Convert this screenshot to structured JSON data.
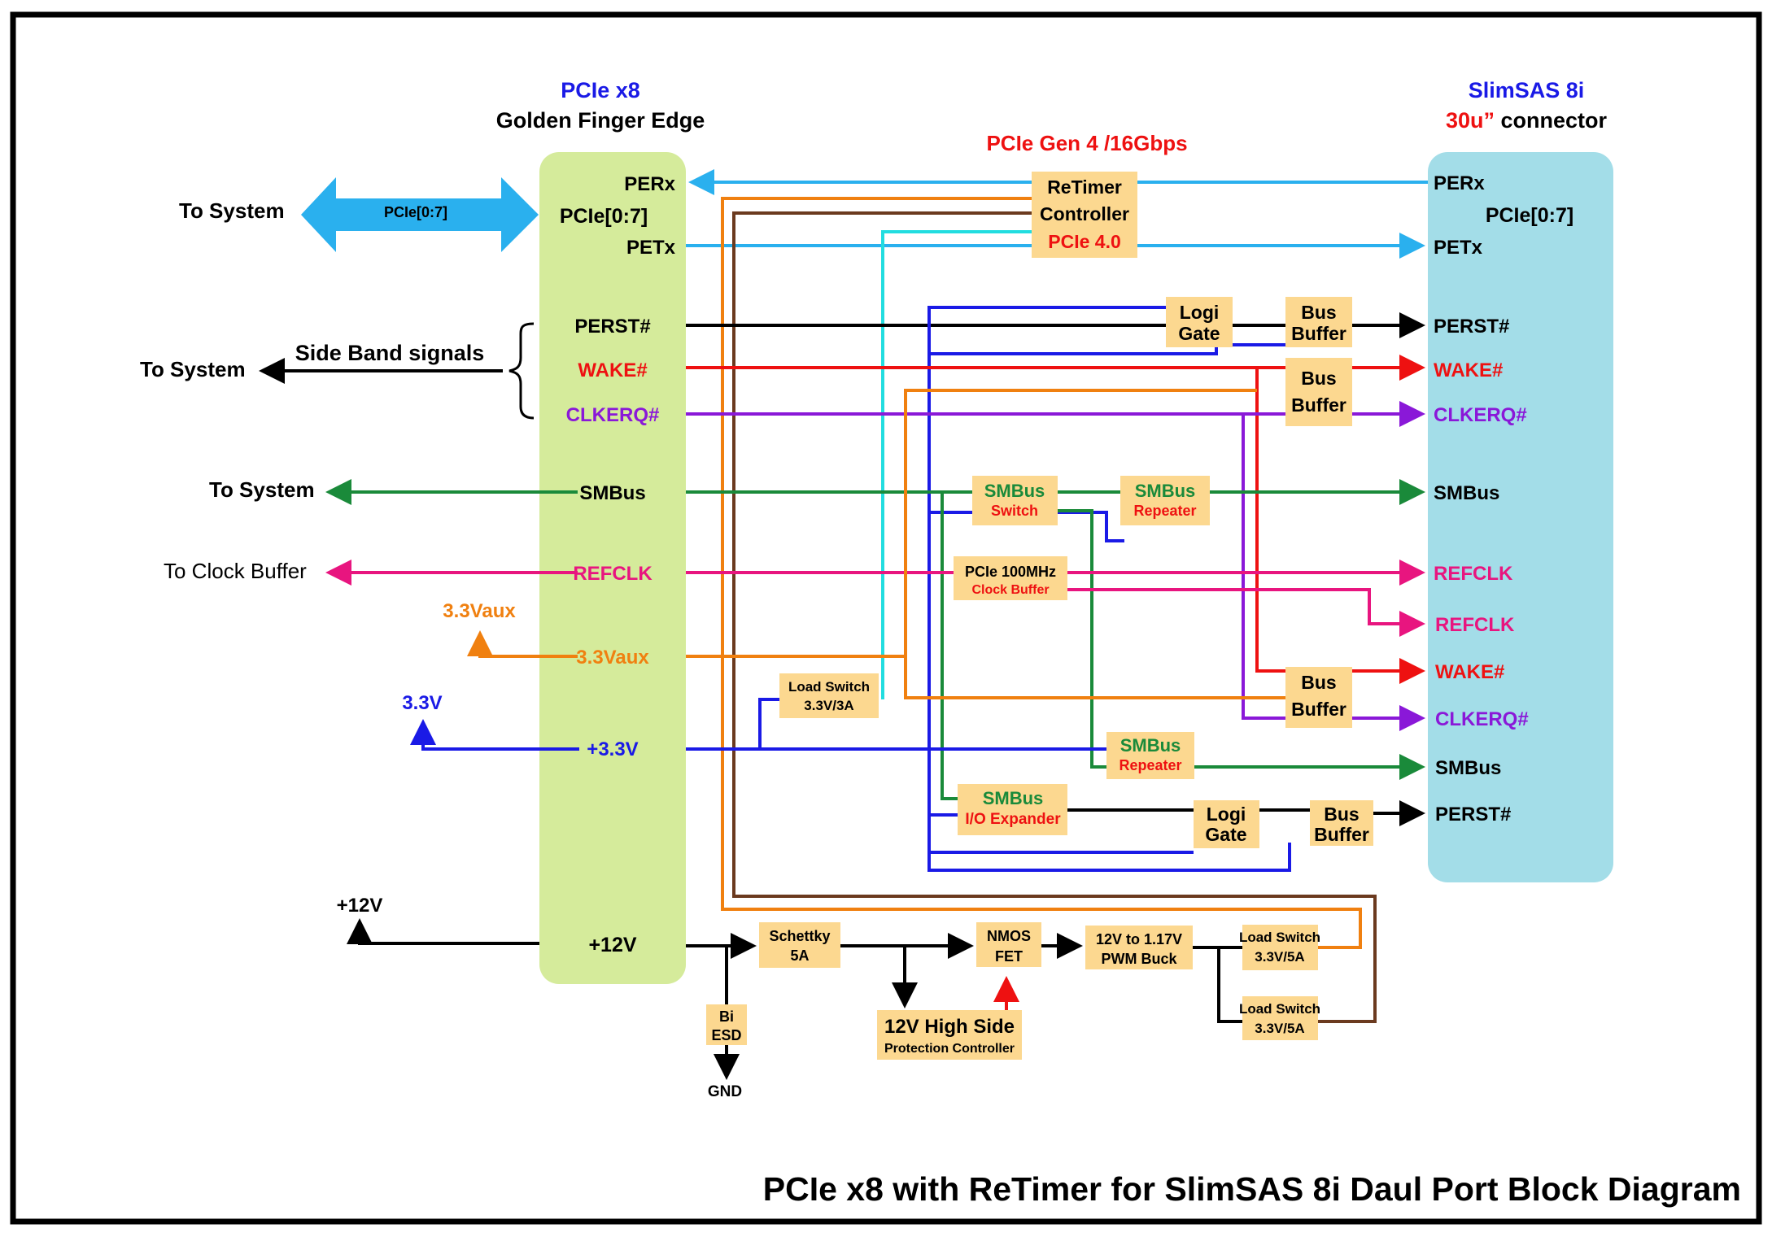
{
  "left_header": {
    "line1": "PCIe x8",
    "line2": "Golden Finger Edge"
  },
  "right_header": {
    "line1": "SlimSAS 8i",
    "line2a": "30u”",
    "line2b": " connector"
  },
  "center_header": "PCIe Gen 4 /16Gbps",
  "left_pins": {
    "perx": "PERx",
    "pcie_bus": "PCIe[0:7]",
    "petx": "PETx",
    "perst": "PERST#",
    "wake": "WAKE#",
    "clkreq": "CLKERQ#",
    "smbus": "SMBus",
    "refclk": "REFCLK",
    "vaux": "3.3Vaux",
    "v33": "+3.3V",
    "v12": "+12V"
  },
  "right_pins": {
    "perx": "PERx",
    "pcie_bus": "PCIe[0:7]",
    "petx": "PETx",
    "perst1": "PERST#",
    "wake1": "WAKE#",
    "clkreq1": "CLKERQ#",
    "smbus1": "SMBus",
    "refclk1": "REFCLK",
    "refclk2": "REFCLK",
    "wake2": "WAKE#",
    "clkreq2": "CLKERQ#",
    "smbus2": "SMBus",
    "perst2": "PERST#"
  },
  "external": {
    "to_system_pcie": "To System",
    "pcie_arrow_label": "PCIe[0:7]",
    "side_band": "Side Band signals",
    "to_system_sb": "To System",
    "to_system_smbus": "To System",
    "to_clock_buffer": "To Clock Buffer",
    "vaux_rail": "3.3Vaux",
    "v33_rail": "3.3V",
    "v12_rail": "+12V",
    "gnd": "GND"
  },
  "blocks": {
    "retimer": {
      "l1": "ReTimer",
      "l2": "Controller",
      "l3": "PCIe 4.0"
    },
    "logic_gate_1": {
      "l1": "Logi",
      "l2": "Gate"
    },
    "bus_buffer_1": {
      "l1": "Bus",
      "l2": "Buffer"
    },
    "bus_buffer_2": {
      "l1": "Bus",
      "l2": "Buffer"
    },
    "smbus_switch": {
      "l1": "SMBus",
      "l2": "Switch"
    },
    "smbus_repeater_1": {
      "l1": "SMBus",
      "l2": "Repeater"
    },
    "clock_buffer": {
      "l1": "PCIe 100MHz",
      "l2": "Clock Buffer"
    },
    "load_switch_33": {
      "l1": "Load Switch",
      "l2": "3.3V/3A"
    },
    "bus_buffer_3": {
      "l1": "Bus",
      "l2": "Buffer"
    },
    "smbus_repeater_2": {
      "l1": "SMBus",
      "l2": "Repeater"
    },
    "smbus_io_expander": {
      "l1": "SMBus",
      "l2": "I/O Expander"
    },
    "logic_gate_2": {
      "l1": "Logi",
      "l2": "Gate"
    },
    "bus_buffer_4": {
      "l1": "Bus",
      "l2": "Buffer"
    },
    "schottky": {
      "l1": "Schettky",
      "l2": "5A"
    },
    "bi_esd": {
      "l1": "Bi",
      "l2": "ESD"
    },
    "nmos_fet": {
      "l1": "NMOS",
      "l2": "FET"
    },
    "pwm_buck": {
      "l1": "12V to 1.17V",
      "l2": "PWM Buck"
    },
    "load_switch_5a_1": {
      "l1": "Load Switch",
      "l2": "3.3V/5A"
    },
    "load_switch_5a_2": {
      "l1": "Load Switch",
      "l2": "3.3V/5A"
    },
    "high_side": {
      "l1": "12V High Side",
      "l2": "Protection Controller"
    }
  },
  "footer_title": "PCIe x8 with ReTimer for SlimSAS 8i Daul Port Block Diagram",
  "colors": {
    "finger_fill": "#d5eb9b",
    "connector_fill": "#a3dde8",
    "block_fill": "#fcd890",
    "title_blue": "#1a1ae6",
    "red": "#ee1111",
    "purple": "#8a18d8",
    "green": "#1a8a3a",
    "magenta": "#e8157f",
    "orange": "#f08010",
    "brown": "#6b3a1f",
    "sky": "#2ab0ee",
    "cyan": "#22dde0"
  }
}
